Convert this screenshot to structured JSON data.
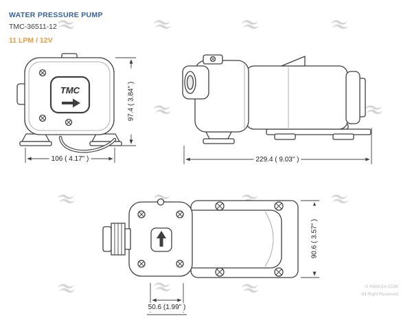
{
  "header": {
    "title": "WATER PRESSURE PUMP",
    "model": "TMC-36511-12",
    "spec": "11 LPM / 12V"
  },
  "front_view": {
    "logo": "TMC",
    "width_dim": "106 ( 4.17\" )",
    "height_dim": "97.4 ( 3.84\" )"
  },
  "side_view": {
    "width_dim": "229.4 ( 9.03\" )"
  },
  "top_view": {
    "height_dim": "90.6 ( 3.57\" )",
    "port_dim": "50.6 (1.99\" )"
  },
  "footer": {
    "copyright": "© INMASA.COM",
    "rights": "All Right Reserved"
  },
  "colors": {
    "title_blue": "#33619e",
    "spec_orange": "#e79a3c",
    "drawing_line": "#3f3f3f",
    "watermark_gray": "#d4d4d4"
  }
}
